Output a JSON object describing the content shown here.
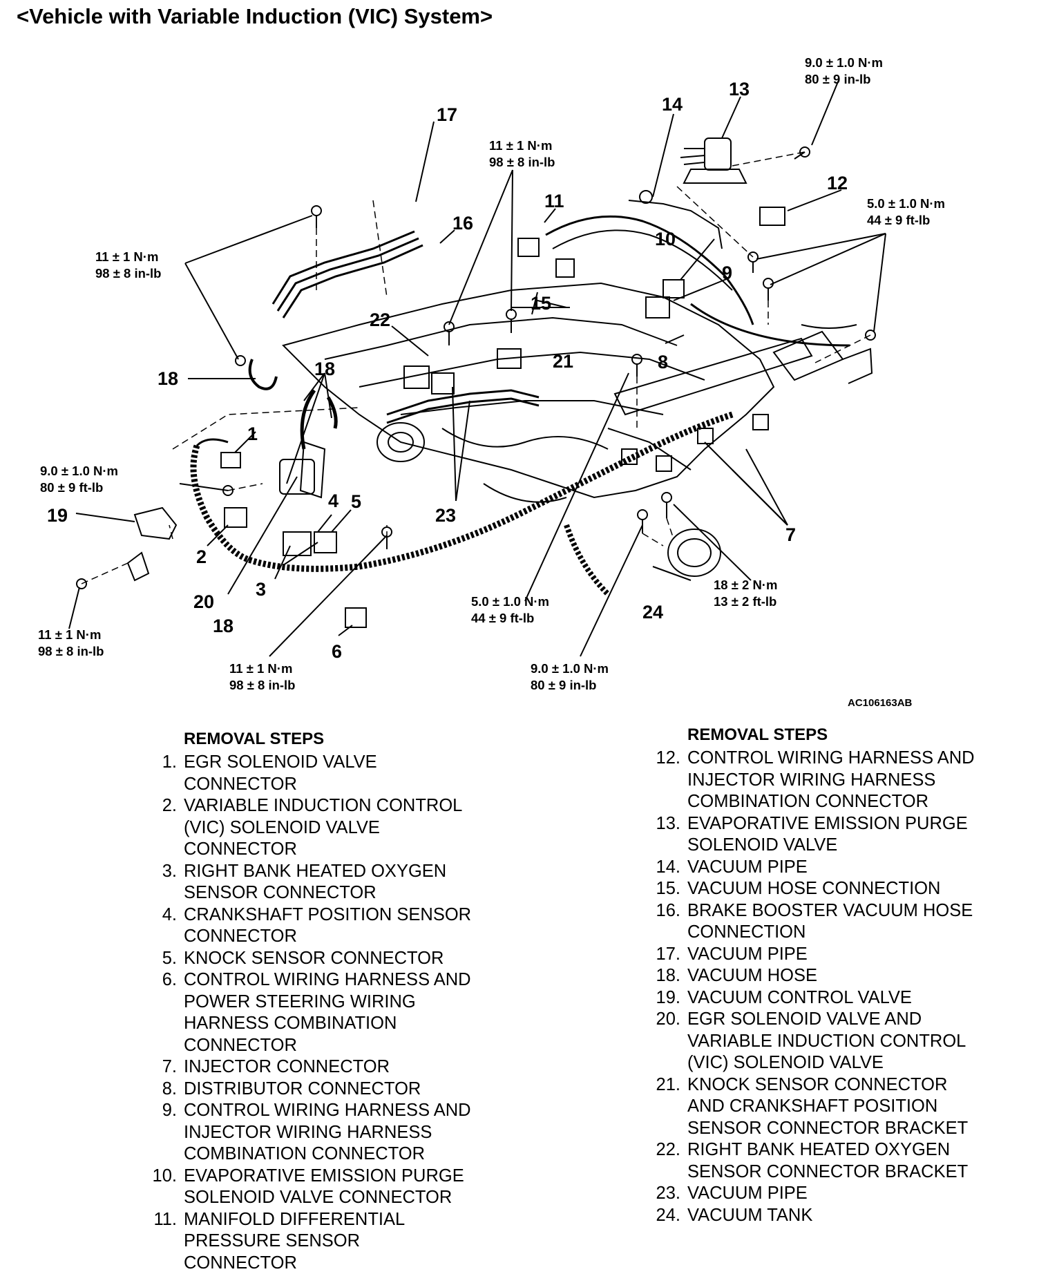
{
  "title": "<Vehicle with Variable Induction (VIC) System>",
  "figure_code": "AC106163AB",
  "callouts": [
    "1",
    "2",
    "3",
    "4",
    "5",
    "6",
    "7",
    "8",
    "9",
    "10",
    "11",
    "12",
    "13",
    "14",
    "15",
    "16",
    "17",
    "18",
    "18",
    "18",
    "19",
    "20",
    "21",
    "22",
    "23",
    "24"
  ],
  "torque_labels": [
    {
      "line1": "9.0 ± 1.0 N·m",
      "line2": "80 ± 9 in-lb"
    },
    {
      "line1": "11 ± 1 N·m",
      "line2": "98 ± 8 in-lb"
    },
    {
      "line1": "5.0 ± 1.0 N·m",
      "line2": "44 ± 9 ft-lb"
    },
    {
      "line1": "11 ± 1 N·m",
      "line2": "98 ± 8 in-lb"
    },
    {
      "line1": "9.0 ± 1.0 N·m",
      "line2": "80 ± 9 ft-lb"
    },
    {
      "line1": "11 ± 1 N·m",
      "line2": "98 ± 8 in-lb"
    },
    {
      "line1": "5.0 ± 1.0 N·m",
      "line2": "44 ± 9 ft-lb"
    },
    {
      "line1": "18 ± 2 N·m",
      "line2": "13 ± 2 ft-lb"
    },
    {
      "line1": "11 ± 1 N·m",
      "line2": "98 ± 8 in-lb"
    },
    {
      "line1": "9.0 ± 1.0 N·m",
      "line2": "80 ± 9 in-lb"
    }
  ],
  "removal_steps_heading": "REMOVAL STEPS",
  "steps": [
    {
      "num": "1.",
      "text": "EGR SOLENOID VALVE\nCONNECTOR"
    },
    {
      "num": "2.",
      "text": "VARIABLE INDUCTION CONTROL\n(VIC) SOLENOID VALVE\nCONNECTOR"
    },
    {
      "num": "3.",
      "text": "RIGHT BANK HEATED OXYGEN\nSENSOR CONNECTOR"
    },
    {
      "num": "4.",
      "text": "CRANKSHAFT POSITION SENSOR\nCONNECTOR"
    },
    {
      "num": "5.",
      "text": "KNOCK SENSOR CONNECTOR"
    },
    {
      "num": "6.",
      "text": "CONTROL WIRING HARNESS AND\nPOWER STEERING WIRING\nHARNESS COMBINATION\nCONNECTOR"
    },
    {
      "num": "7.",
      "text": "INJECTOR CONNECTOR"
    },
    {
      "num": "8.",
      "text": "DISTRIBUTOR CONNECTOR"
    },
    {
      "num": "9.",
      "text": "CONTROL WIRING HARNESS AND\nINJECTOR WIRING HARNESS\nCOMBINATION CONNECTOR"
    },
    {
      "num": "10.",
      "text": "EVAPORATIVE EMISSION PURGE\nSOLENOID VALVE CONNECTOR"
    },
    {
      "num": "11.",
      "text": "MANIFOLD DIFFERENTIAL\nPRESSURE SENSOR\nCONNECTOR"
    },
    {
      "num": "12.",
      "text": "CONTROL WIRING HARNESS AND\nINJECTOR WIRING HARNESS\nCOMBINATION CONNECTOR"
    },
    {
      "num": "13.",
      "text": "EVAPORATIVE EMISSION PURGE\nSOLENOID VALVE"
    },
    {
      "num": "14.",
      "text": "VACUUM PIPE"
    },
    {
      "num": "15.",
      "text": "VACUUM HOSE CONNECTION"
    },
    {
      "num": "16.",
      "text": "BRAKE BOOSTER VACUUM HOSE\nCONNECTION"
    },
    {
      "num": "17.",
      "text": "VACUUM PIPE"
    },
    {
      "num": "18.",
      "text": "VACUUM HOSE"
    },
    {
      "num": "19.",
      "text": "VACUUM CONTROL VALVE"
    },
    {
      "num": "20.",
      "text": " EGR SOLENOID VALVE AND\nVARIABLE INDUCTION CONTROL\n(VIC) SOLENOID VALVE"
    },
    {
      "num": "21.",
      "text": "KNOCK SENSOR CONNECTOR\nAND CRANKSHAFT POSITION\nSENSOR CONNECTOR BRACKET"
    },
    {
      "num": "22.",
      "text": "RIGHT BANK HEATED OXYGEN\nSENSOR CONNECTOR BRACKET"
    },
    {
      "num": "23.",
      "text": "VACUUM PIPE"
    },
    {
      "num": "24.",
      "text": "VACUUM TANK"
    }
  ]
}
